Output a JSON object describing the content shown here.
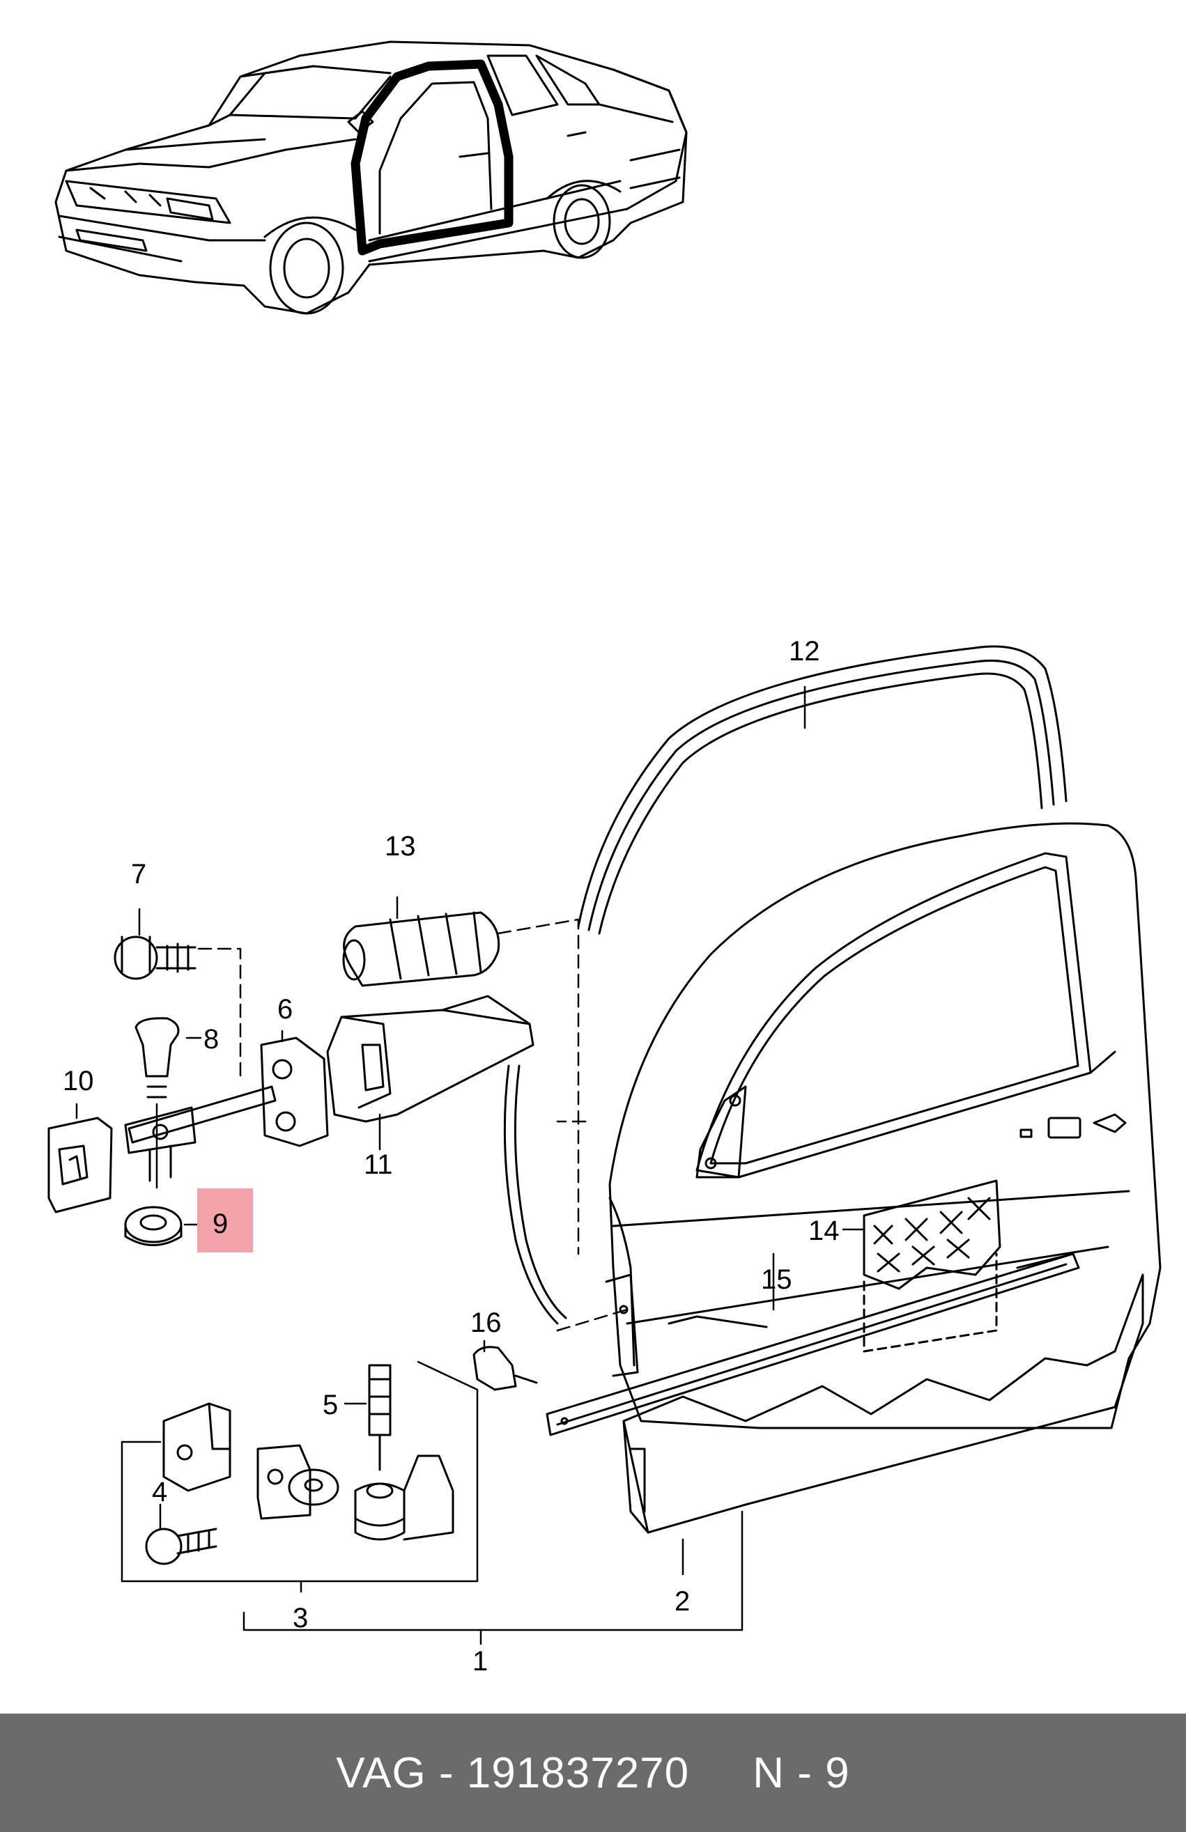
{
  "colors": {
    "line": "#000000",
    "highlight": "#f4a3aa",
    "footer_bg": "#6b6b6b",
    "footer_text": "#ffffff",
    "background": "#ffffff"
  },
  "callouts": {
    "c1": "1",
    "c2": "2",
    "c3": "3",
    "c4": "4",
    "c5": "5",
    "c6": "6",
    "c7": "7",
    "c8": "8",
    "c9": "9",
    "c10": "10",
    "c11": "11",
    "c12": "12",
    "c13": "13",
    "c14": "14",
    "c15": "15",
    "c16": "16"
  },
  "highlighted_part": "9",
  "footer": {
    "text": "VAG - 191837270     N - 9"
  }
}
